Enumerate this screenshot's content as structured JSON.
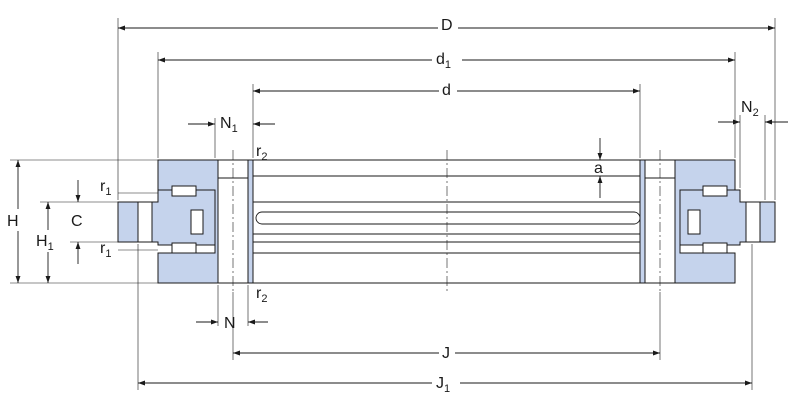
{
  "labels": {
    "D": "D",
    "d1_main": "d",
    "d1_sub": "1",
    "d": "d",
    "N1_main": "N",
    "N1_sub": "1",
    "N2_main": "N",
    "N2_sub": "2",
    "r2_top_main": "r",
    "r2_top_sub": "2",
    "r2_bottom_main": "r",
    "r2_bottom_sub": "2",
    "r1_top_main": "r",
    "r1_top_sub": "1",
    "r1_bottom_main": "r",
    "r1_bottom_sub": "1",
    "a": "a",
    "H": "H",
    "C": "C",
    "H1_main": "H",
    "H1_sub": "1",
    "N": "N",
    "J": "J",
    "J1_main": "J",
    "J1_sub": "1"
  },
  "colors": {
    "ring_fill": "#c5d3ec",
    "roller_fill": "#ffffff",
    "line": "#1a1a1a",
    "background": "#ffffff"
  }
}
